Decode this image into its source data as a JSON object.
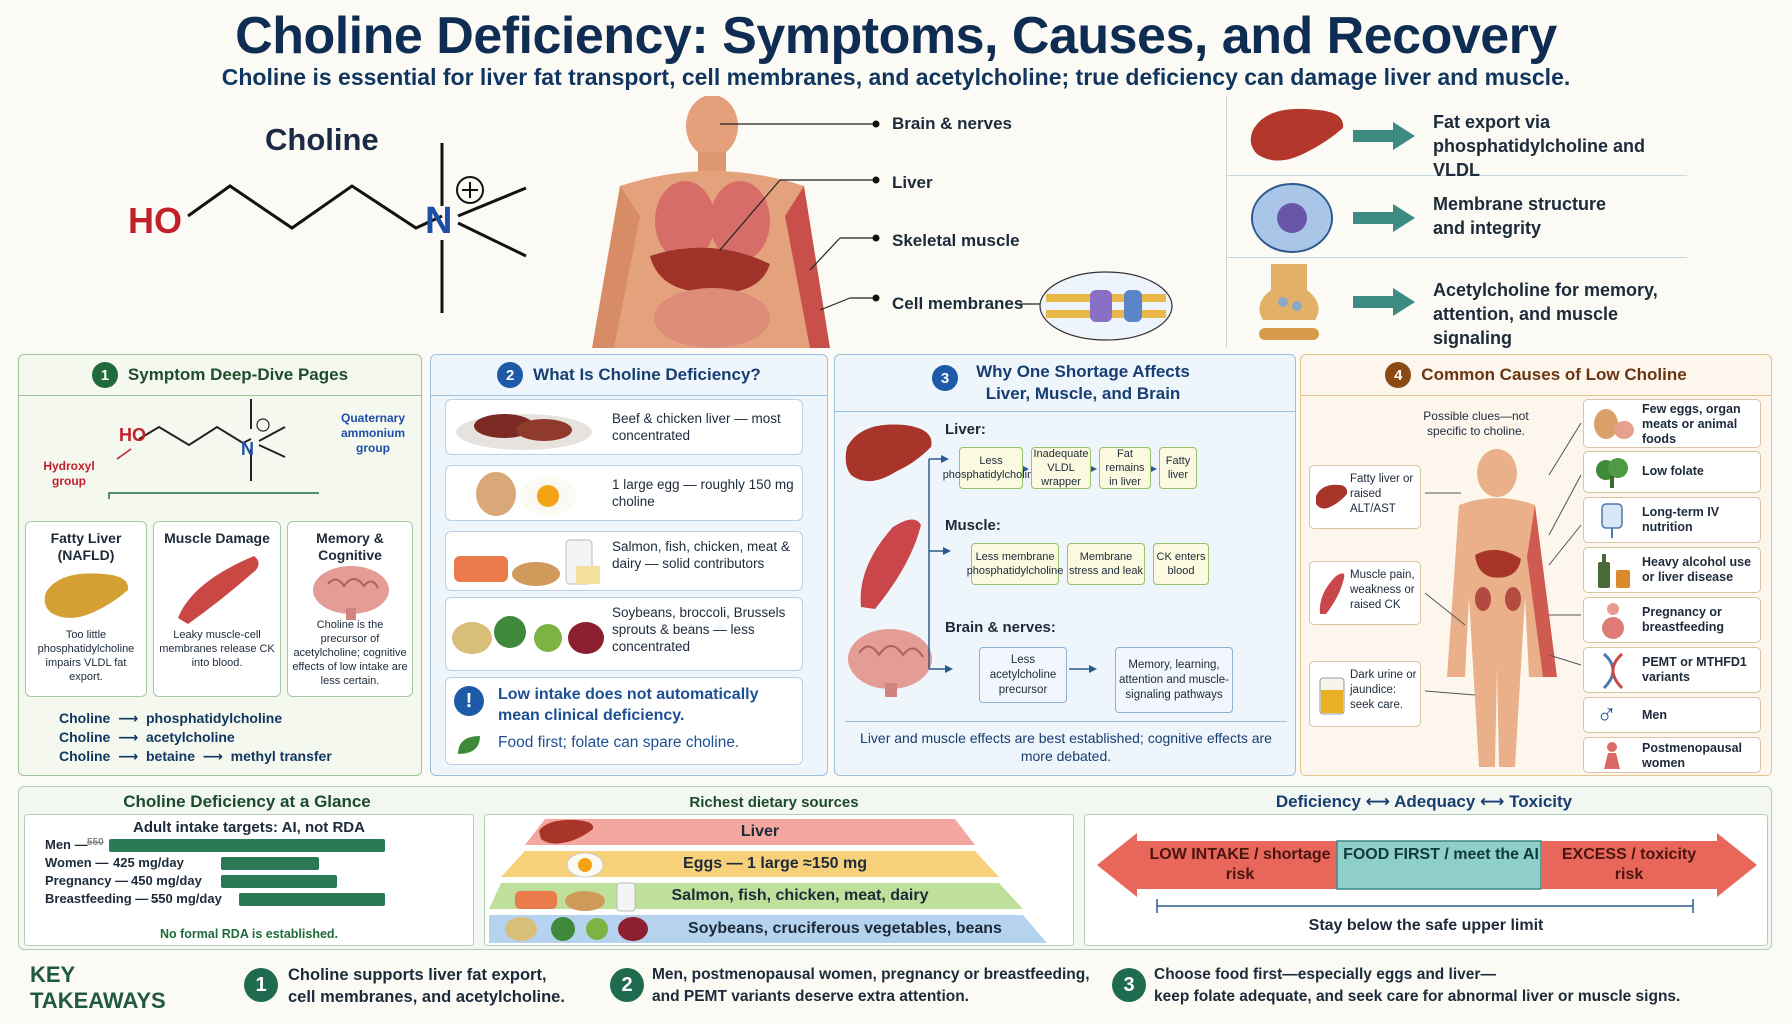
{
  "header": {
    "title": "Choline Deficiency: Symptoms, Causes, and Recovery",
    "subtitle": "Choline is essential for liver fat transport, cell membranes, and acetylcholine; true deficiency can damage liver and muscle."
  },
  "molecule": {
    "title": "Choline",
    "ho": "HO",
    "n": "N",
    "plus": "+"
  },
  "body_labels": [
    "Brain & nerves",
    "Liver",
    "Skeletal muscle",
    "Cell membranes"
  ],
  "functions": [
    {
      "line1": "Fat export via",
      "line2": "phosphatidylcholine and VLDL",
      "icon": "liver-icon"
    },
    {
      "line1": "Membrane structure",
      "line2": "and integrity",
      "icon": "cell-icon"
    },
    {
      "line1": "Acetylcholine for memory,",
      "line2": "attention, and muscle signaling",
      "icon": "synapse-icon"
    }
  ],
  "panel1": {
    "num": "1",
    "title": "Symptom Deep-Dive Pages",
    "mini_ho": "HO",
    "mini_n": "N",
    "hydroxyl": "Hydroxyl group",
    "quaternary": "Quaternary ammonium group",
    "cards": [
      {
        "title": "Fatty Liver (NAFLD)",
        "text": "Too little phosphatidylcholine impairs VLDL fat export."
      },
      {
        "title": "Muscle Damage",
        "text": "Leaky muscle-cell membranes release CK into blood."
      },
      {
        "title": "Memory & Cognitive",
        "text": "Choline is the precursor of acetylcholine; cognitive effects of low intake are less certain."
      }
    ],
    "conversions": [
      {
        "from": "Choline",
        "to": "phosphatidylcholine"
      },
      {
        "from": "Choline",
        "to": "acetylcholine"
      },
      {
        "from": "Choline",
        "to": "betaine",
        "extra": "methyl transfer"
      }
    ]
  },
  "panel2": {
    "num": "2",
    "title": "What Is Choline Deficiency?",
    "foods": [
      {
        "text": "Beef & chicken liver — most concentrated"
      },
      {
        "text": "1 large egg — roughly 150 mg choline"
      },
      {
        "text": "Salmon, fish, chicken, meat & dairy — solid contributors"
      },
      {
        "text": "Soybeans, broccoli, Brussels sprouts & beans — less concentrated"
      }
    ],
    "note1": "Low intake does not automatically mean clinical deficiency.",
    "note2": "Food first; folate can spare choline."
  },
  "panel3": {
    "num": "3",
    "title": "Why One Shortage Affects Liver, Muscle, and Brain",
    "liver_label": "Liver:",
    "liver_steps": [
      "Less phosphatidylcholine",
      "Inadequate VLDL wrapper",
      "Fat remains in liver",
      "Fatty liver"
    ],
    "muscle_label": "Muscle:",
    "muscle_steps": [
      "Less membrane phosphatidylcholine",
      "Membrane stress and leak",
      "CK enters blood"
    ],
    "brain_label": "Brain & nerves:",
    "brain_steps": [
      "Less acetylcholine precursor",
      "Memory, learning, attention and muscle-signaling pathways"
    ],
    "footer": "Liver and muscle effects are best established; cognitive effects are more debated."
  },
  "panel4": {
    "num": "4",
    "title": "Common Causes of Low Choline",
    "clue_header": "Possible clues—not specific to choline.",
    "clues": [
      "Fatty liver or raised ALT/AST",
      "Muscle pain, weakness or raised CK",
      "Dark urine or jaundice: seek care."
    ],
    "causes": [
      {
        "text": "Few eggs, organ meats or animal foods",
        "icon": "egg-icon"
      },
      {
        "text": "Low folate",
        "icon": "leafy-greens-icon"
      },
      {
        "text": "Long-term IV nutrition",
        "icon": "iv-bag-icon"
      },
      {
        "text": "Heavy alcohol use or liver disease",
        "icon": "alcohol-icon"
      },
      {
        "text": "Pregnancy or breastfeeding",
        "icon": "pregnancy-icon"
      },
      {
        "text": "PEMT or MTHFD1 variants",
        "icon": "dna-icon"
      },
      {
        "text": "Men",
        "icon": "male-icon"
      },
      {
        "text": "Postmenopausal women",
        "icon": "female-icon"
      }
    ]
  },
  "glance": {
    "title": "Choline Deficiency at a Glance",
    "intake_title": "Adult intake targets: AI, not RDA",
    "rows": [
      {
        "label": "Men —",
        "value": "550",
        "fill": 550
      },
      {
        "label": "Women —",
        "value": "425 mg/day",
        "fill": 425
      },
      {
        "label": "Pregnancy —",
        "value": "450 mg/day",
        "fill": 450
      },
      {
        "label": "Breastfeeding —→",
        "value": "550 mg/day",
        "fill": 550
      }
    ],
    "footnote": "No formal RDA is established."
  },
  "richest": {
    "title": "Richest dietary sources",
    "tiers": [
      "Liver",
      "Eggs — 1 large ≈150 mg",
      "Salmon, fish, chicken, meat, dairy",
      "Soybeans, cruciferous vegetables, beans"
    ]
  },
  "spectrum": {
    "title": "Deficiency ⟷ Adequacy ⟷ Toxicity",
    "low": "LOW INTAKE / shortage risk",
    "mid": "FOOD FIRST / meet the AI",
    "high": "EXCESS / toxicity risk",
    "footer": "Stay below the safe upper limit"
  },
  "takeaways": {
    "title_line1": "KEY",
    "title_line2": "TAKEAWAYS",
    "items": [
      {
        "num": "1",
        "line1": "Choline supports liver fat export,",
        "line2": "cell membranes, and acetylcholine."
      },
      {
        "num": "2",
        "line1": "Men, postmenopausal women, pregnancy or breastfeeding,",
        "line2": "and PEMT variants deserve extra attention."
      },
      {
        "num": "3",
        "line1": "Choose food first—especially eggs and liver—",
        "line2": "keep folate adequate, and seek care for abnormal liver or muscle signs."
      }
    ]
  }
}
